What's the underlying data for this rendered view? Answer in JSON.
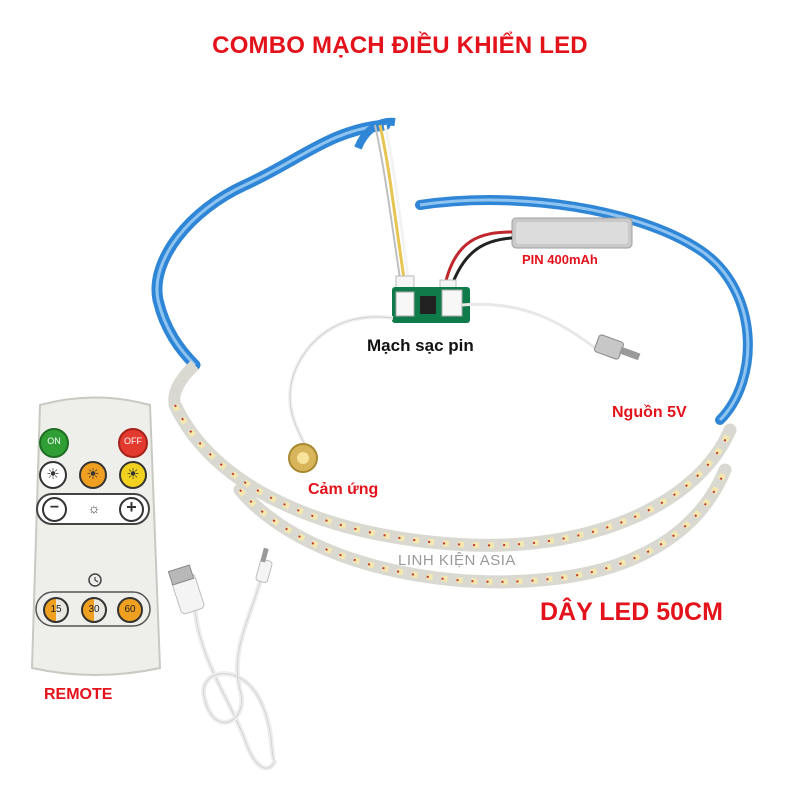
{
  "title": "COMBO MẠCH ĐIỀU KHIỂN LED",
  "labels": {
    "battery": "PIN 400mAh",
    "charge_board": "Mạch sạc pin",
    "power": "Nguồn 5V",
    "touch": "Cảm ứng",
    "led_strip": "DÂY LED 50CM",
    "remote": "REMOTE"
  },
  "watermark": "LINH KIỆN ASIA",
  "remote": {
    "on": "ON",
    "off": "OFF",
    "minus": "−",
    "plus": "+",
    "timer_15": "15",
    "timer_30": "30",
    "timer_60": "60"
  },
  "colors": {
    "accent_red": "#e3121b",
    "strip_blue": "#2f86d6",
    "on_green": "#2f9e35",
    "off_red": "#e23a2e",
    "warm_orange": "#f0a020",
    "yellow": "#f2d21e"
  },
  "icons": [
    "sun-white-icon",
    "sun-orange-icon",
    "sun-yellow-icon",
    "brightness-icon",
    "clock-icon"
  ]
}
